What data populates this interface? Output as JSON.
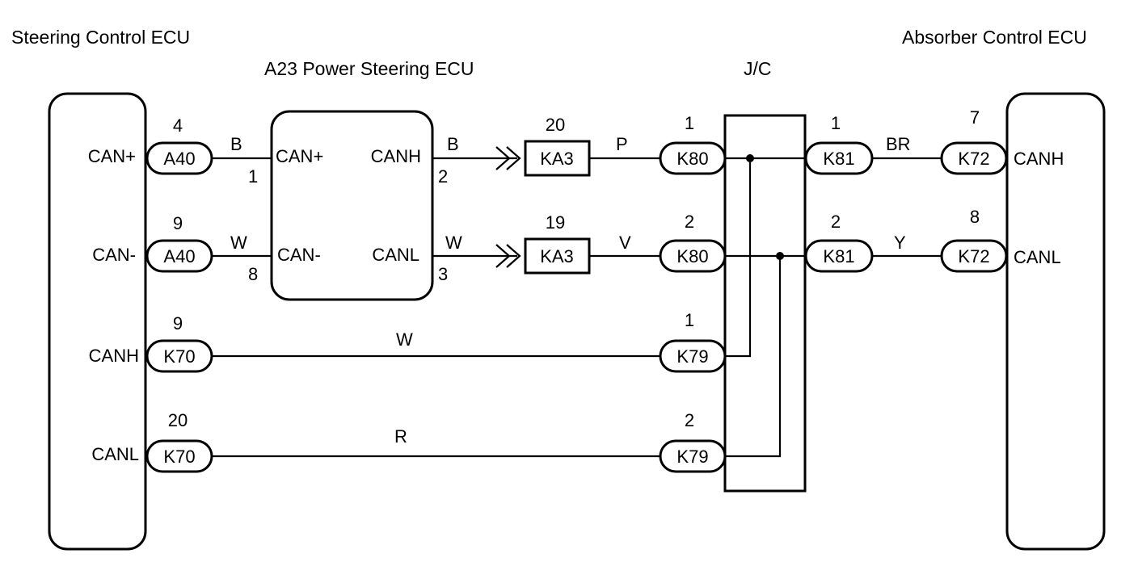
{
  "titles": {
    "steering_ecu": "Steering Control ECU",
    "power_steering_ecu": "A23 Power Steering ECU",
    "jc": "J/C",
    "absorber_ecu": "Absorber Control ECU"
  },
  "steering_ecu_terminals": [
    "CAN+",
    "CAN-",
    "CANH",
    "CANL"
  ],
  "power_steering_terminals": {
    "in_high": "CAN+",
    "in_low": "CAN-",
    "out_high": "CANH",
    "out_low": "CANL"
  },
  "power_steering_pins": {
    "in_high": "1",
    "in_low": "8",
    "out_high": "2",
    "out_low": "3"
  },
  "absorber_terminals": [
    "CANH",
    "CANL"
  ],
  "connectors": {
    "a40_top": {
      "label": "A40",
      "pin": "4"
    },
    "a40_bottom": {
      "label": "A40",
      "pin": "9"
    },
    "k70_top": {
      "label": "K70",
      "pin": "9"
    },
    "k70_bottom": {
      "label": "K70",
      "pin": "20"
    },
    "ka3_top": {
      "label": "KA3",
      "pin": "20"
    },
    "ka3_bottom": {
      "label": "KA3",
      "pin": "19"
    },
    "k80_top": {
      "label": "K80",
      "pin": "1"
    },
    "k80_bottom": {
      "label": "K80",
      "pin": "2"
    },
    "k79_top": {
      "label": "K79",
      "pin": "1"
    },
    "k79_bottom": {
      "label": "K79",
      "pin": "2"
    },
    "k81_top": {
      "label": "K81",
      "pin": "1"
    },
    "k81_bottom": {
      "label": "K81",
      "pin": "2"
    },
    "k72_top": {
      "label": "K72",
      "pin": "7"
    },
    "k72_bottom": {
      "label": "K72",
      "pin": "8"
    }
  },
  "wire_colors": {
    "a40_1": "B",
    "a40_2": "W",
    "ps_out_1": "B",
    "ps_out_2": "W",
    "ka3_k80_1": "P",
    "ka3_k80_2": "V",
    "k70_k79_1": "W",
    "k70_k79_2": "R",
    "k81_k72_1": "BR",
    "k81_k72_2": "Y"
  }
}
